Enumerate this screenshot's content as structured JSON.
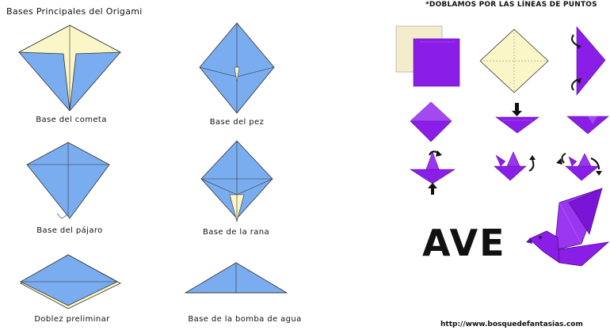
{
  "left_panel": {
    "title": "Bases Principales del Origami",
    "bases": [
      {
        "label": "Base del cometa"
      },
      {
        "label": "Base del pez"
      },
      {
        "label": "Base del pájaro"
      },
      {
        "label": "Base de la rana"
      },
      {
        "label": "Doblez preliminar"
      },
      {
        "label": "Base de la bomba de agua"
      }
    ]
  },
  "right_panel": {
    "title": "*DOBLAMOS POR LAS LÍNEAS DE PUNTOS",
    "result_label": "AVE",
    "url": "http://www.bosquedefantasias.com"
  },
  "colors": {
    "blue": "#7aacf0",
    "cream": "#fbf6c8",
    "purple": "#8a1ee6",
    "dark_purple": "#5b0fa8",
    "line": "#333333"
  }
}
